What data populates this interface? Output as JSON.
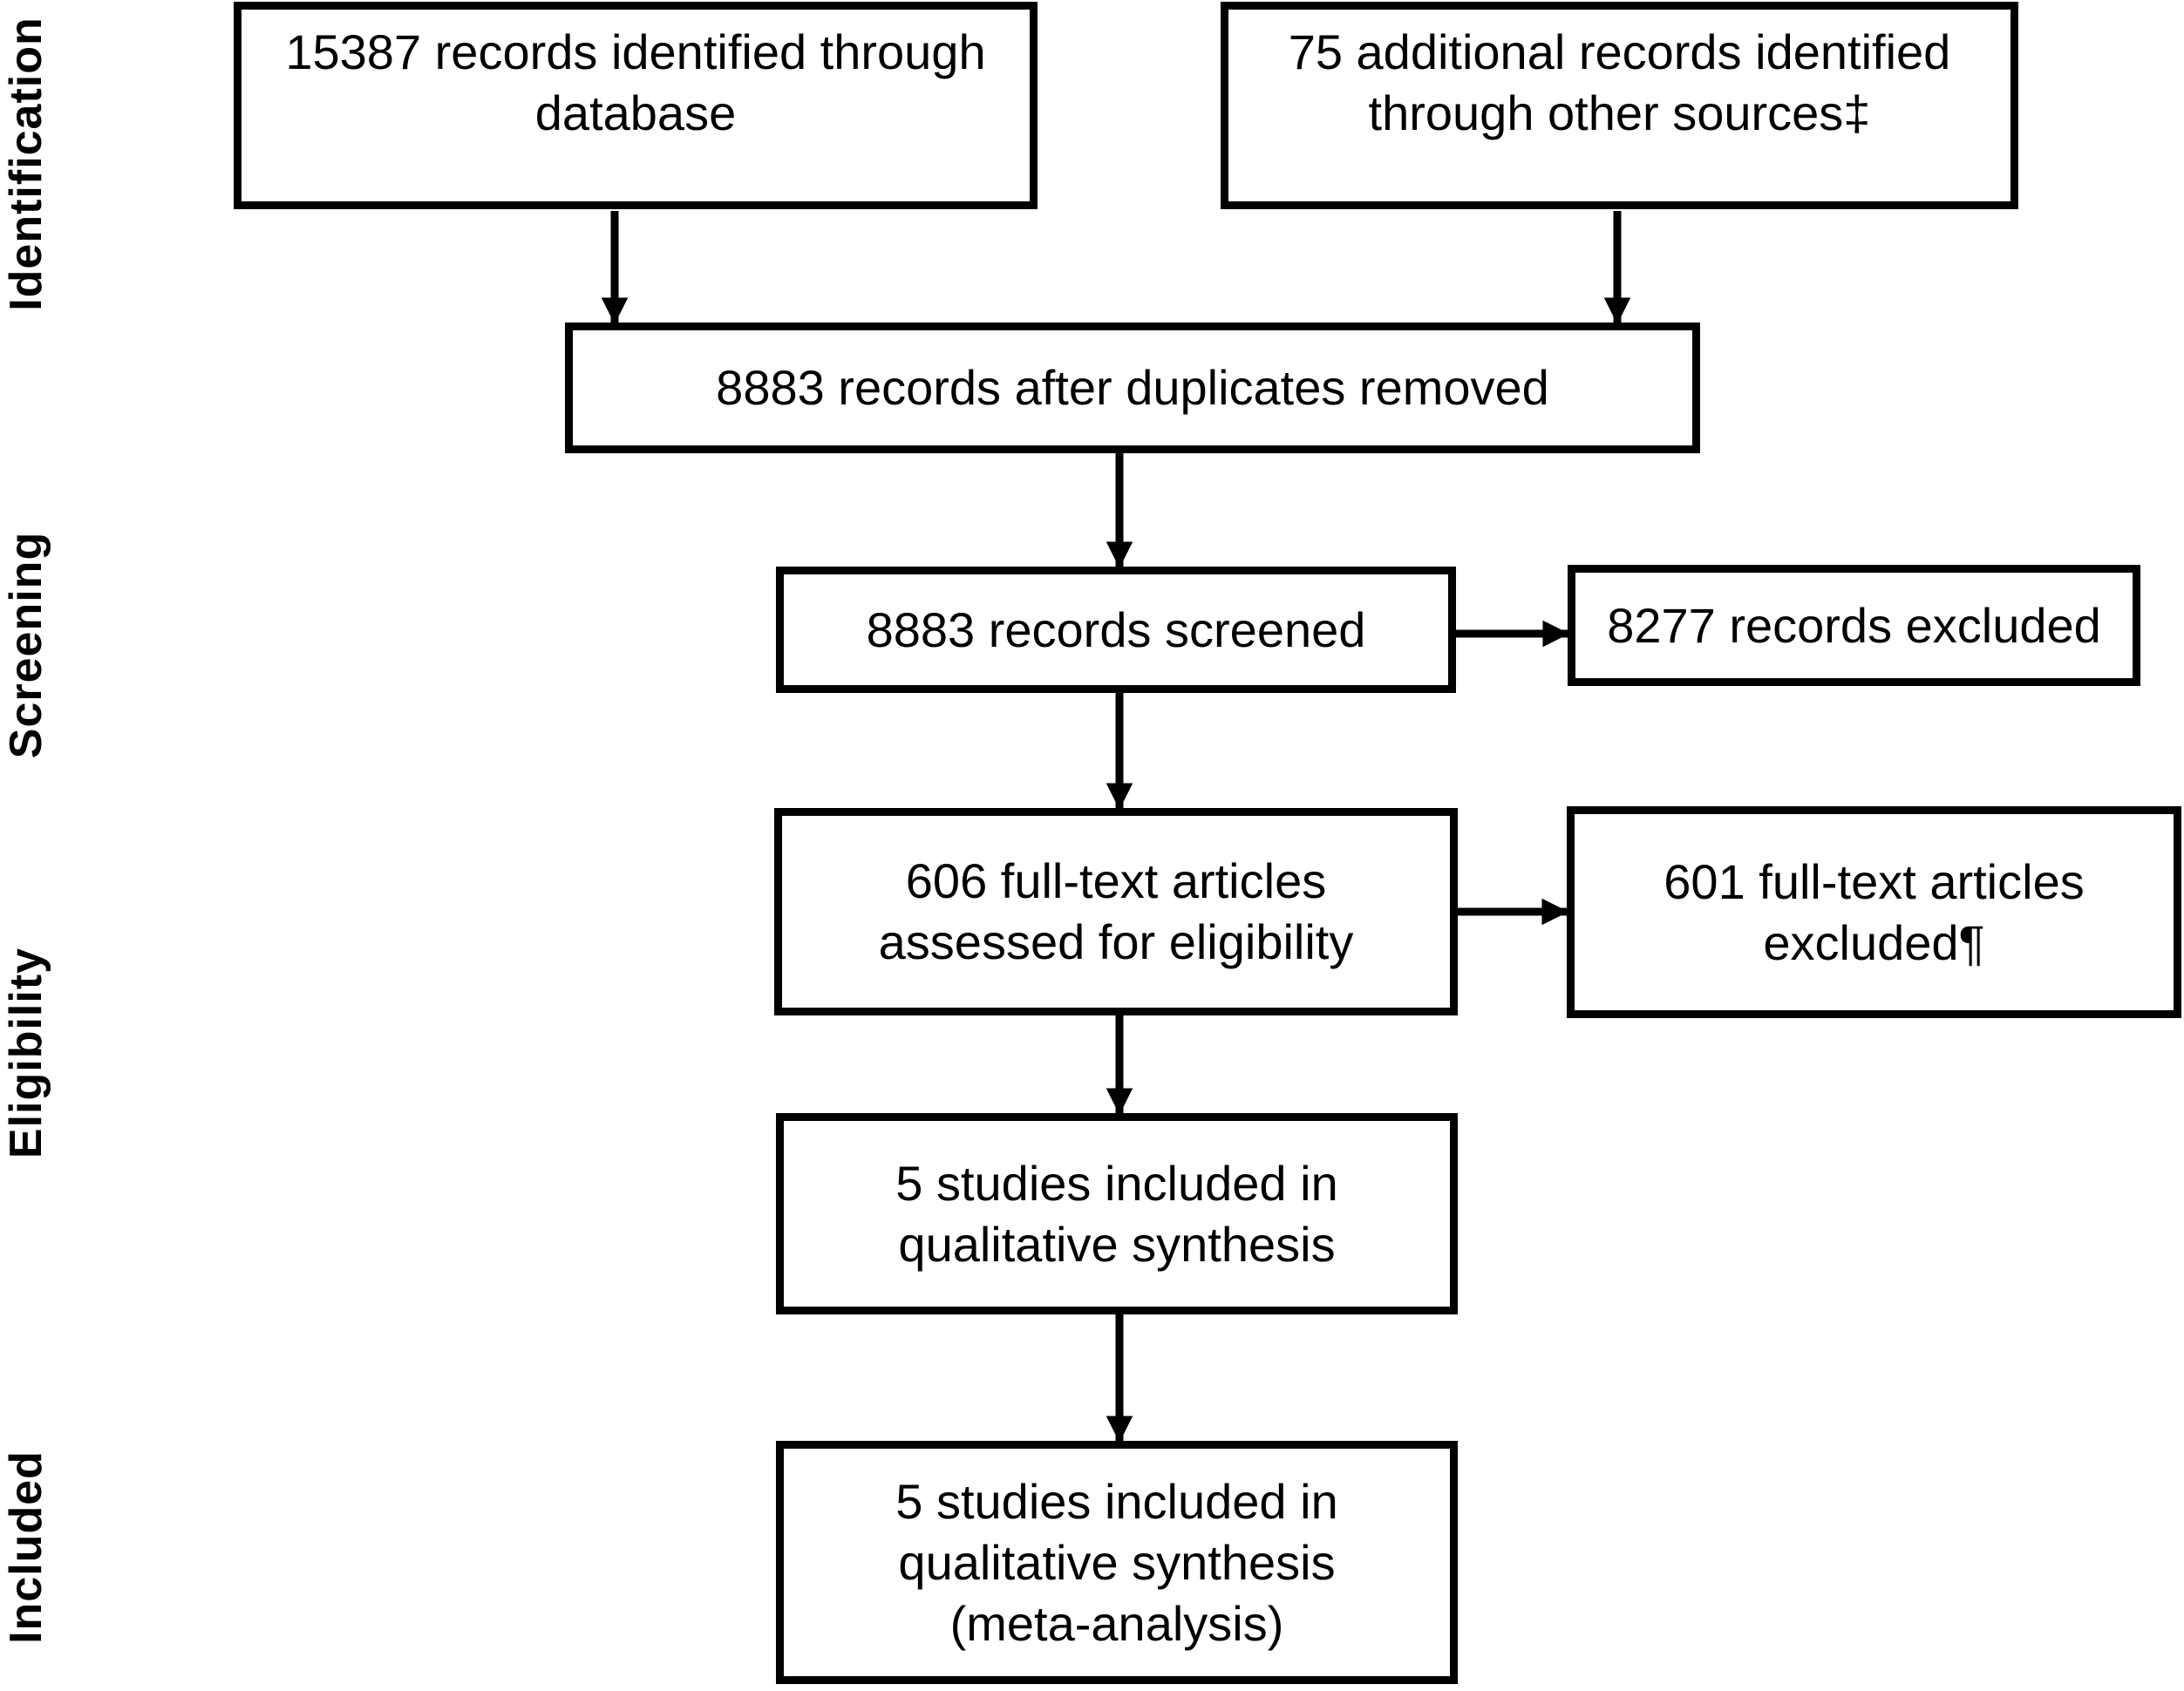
{
  "title": "PRISMA flow diagram",
  "colors": {
    "background": "#ffffff",
    "box_fill": "#ffffff",
    "box_border": "#000000",
    "text": "#000000"
  },
  "stages": [
    {
      "label": "Identification"
    },
    {
      "label": "Screening"
    },
    {
      "label": "Eligibility"
    },
    {
      "label": "Included"
    }
  ],
  "boxes": {
    "identified_database": {
      "lines": [
        "15387 records identified through",
        "database"
      ]
    },
    "identified_other": {
      "lines": [
        "75 additional records identified",
        "through other sources‡"
      ]
    },
    "after_duplicates": {
      "lines": [
        "8883 records after duplicates removed"
      ]
    },
    "screened": {
      "lines": [
        "8883 records screened"
      ]
    },
    "records_excluded": {
      "lines": [
        "8277 records excluded"
      ]
    },
    "fulltext_assessed": {
      "lines": [
        "606 full-text articles",
        "assessed for eligibility"
      ]
    },
    "fulltext_excluded": {
      "lines": [
        "601 full-text articles",
        "excluded¶"
      ]
    },
    "qualitative_synthesis": {
      "lines": [
        "5 studies included in",
        "qualitative synthesis"
      ]
    },
    "meta_analysis": {
      "lines": [
        "5 studies included in",
        "qualitative synthesis",
        "(meta-analysis)"
      ]
    }
  }
}
